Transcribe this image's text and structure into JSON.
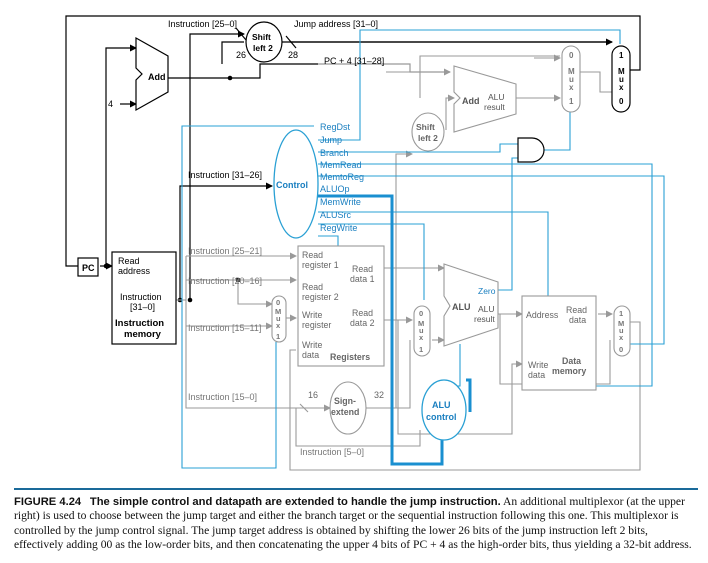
{
  "diagram": {
    "instr_25_0": "Instruction [25–0]",
    "shift_left_2_top": "Shift left 2",
    "jump_address": "Jump address [31–0]",
    "w26": "26",
    "w28": "28",
    "pc4": "PC + 4 [31–28]",
    "add": "Add",
    "four": "4",
    "mux": "M u x",
    "in0": "0",
    "in1": "1",
    "alu_result": "ALU result",
    "shift_left_2": "Shift left 2",
    "control": "Control",
    "signals": [
      "RegDst",
      "Jump",
      "Branch",
      "MemRead",
      "MemtoReg",
      "ALUOp",
      "MemWrite",
      "ALUSrc",
      "RegWrite"
    ],
    "instr_31_26": "Instruction [31–26]",
    "pc": "PC",
    "read_address": "Read address",
    "instruction_31_0": "Instruction [31–0]",
    "instruction_memory": "Instruction memory",
    "instr_25_21": "Instruction [25–21]",
    "instr_20_16": "Instruction [20–16]",
    "instr_15_11": "Instruction [15–11]",
    "instr_15_0": "Instruction [15–0]",
    "instr_5_0": "Instruction [5–0]",
    "read_register_1": "Read register 1",
    "read_register_2": "Read register 2",
    "write_register": "Write register",
    "write_data": "Write data",
    "read_data_1": "Read data 1",
    "read_data_2": "Read data 2",
    "registers": "Registers",
    "zero": "Zero",
    "alu": "ALU",
    "address": "Address",
    "read_data": "Read data",
    "data_memory": "Data memory",
    "sixteen": "16",
    "thirtytwo": "32",
    "sign_extend": "Sign- extend",
    "alu_control": "ALU control"
  },
  "caption": {
    "label": "FIGURE 4.24",
    "title": "The simple control and datapath are extended to handle the jump instruction.",
    "body": "An additional multiplexor (at the upper right) is used to choose between the jump target and either the branch target or the sequential instruction following this one. This multiplexor is controlled by the jump control signal. The jump target address is obtained by shifting the lower 26 bits of the jump instruction left 2 bits, effectively adding 00 as the low-order bits, and then concatenating the upper 4 bits of PC + 4 as the high-order bits, thus yielding a 32-bit address."
  },
  "colors": {
    "control": "#2aa0d4",
    "control_dark": "#1a8fd0",
    "datapath": "#000000",
    "inactive": "#9a9a9a"
  }
}
